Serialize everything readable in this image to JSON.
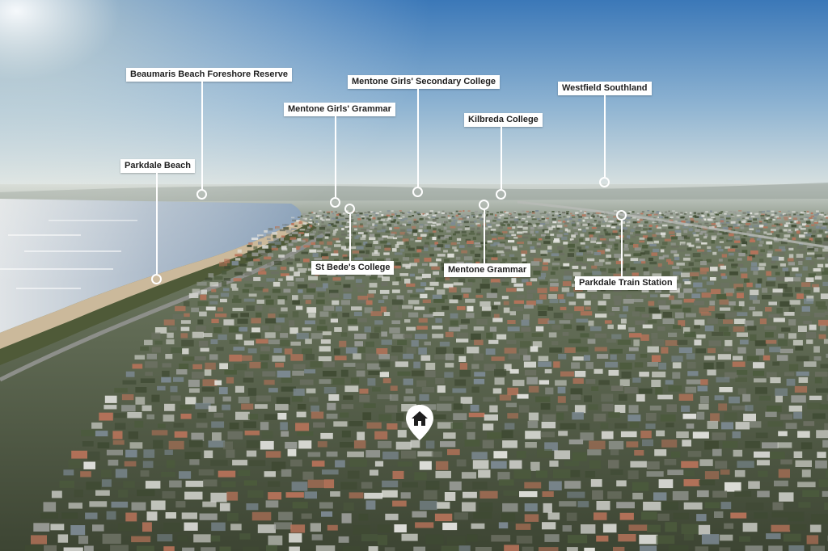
{
  "image": {
    "kind": "aerial photograph with annotated landmarks",
    "colors": {
      "sky_top": "#3f7fc0",
      "sky_horizon": "#d9e2e0",
      "sea": "#b9c6d2",
      "sand": "#c9b79a",
      "suburb": "#5e6a4c",
      "roof_light": "#d8d8d4",
      "label_bg": "#ffffff",
      "label_text": "#1e1e1e",
      "pin": "#ffffff"
    }
  },
  "landmarks": [
    {
      "id": "beaumaris",
      "name": "Beaumaris Beach Foreshore Reserve"
    },
    {
      "id": "mgsc",
      "name": "Mentone Girls' Secondary College"
    },
    {
      "id": "westfield",
      "name": "Westfield Southland"
    },
    {
      "id": "mgg",
      "name": "Mentone Girls' Grammar"
    },
    {
      "id": "kilbreda",
      "name": "Kilbreda College"
    },
    {
      "id": "parkdale-beach",
      "name": "Parkdale Beach"
    },
    {
      "id": "st-bedes",
      "name": "St Bede's College"
    },
    {
      "id": "mentone-grammar",
      "name": "Mentone Grammar"
    },
    {
      "id": "parkdale-station",
      "name": "Parkdale Train Station"
    }
  ],
  "property_marker": {
    "icon": "home-icon"
  }
}
